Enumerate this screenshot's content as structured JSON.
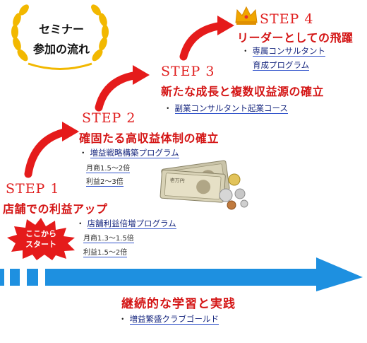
{
  "badge": {
    "line1": "セミナー",
    "line2": "参加の流れ"
  },
  "start_burst": {
    "line1": "ここから",
    "line2": "スタート"
  },
  "steps": [
    {
      "label": "STEP 1",
      "title": "店舗での利益アップ",
      "program": "店舗利益倍増プログラム",
      "details": [
        "月商1.3〜1.5倍",
        "利益1.5〜2倍"
      ]
    },
    {
      "label": "STEP 2",
      "title": "確固たる高収益体制の確立",
      "program": "増益戦略構築プログラム",
      "details": [
        "月商1.5〜2倍",
        "利益2〜3倍"
      ]
    },
    {
      "label": "STEP 3",
      "title": "新たな成長と複数収益源の確立",
      "program": "副業コンサルタント起業コース",
      "details": []
    },
    {
      "label": "STEP 4",
      "title": "リーダーとしての飛躍",
      "program": "専属コンサルタント",
      "program_line2": "育成プログラム",
      "details": []
    }
  ],
  "footer": {
    "title": "継続的な学習と実践",
    "program": "増益繁盛クラブゴールド"
  },
  "colors": {
    "accent_red": "#e02020",
    "arrow_blue": "#1e90e0",
    "crown_gold": "#f0a500",
    "link_underline": "#3355cc"
  }
}
